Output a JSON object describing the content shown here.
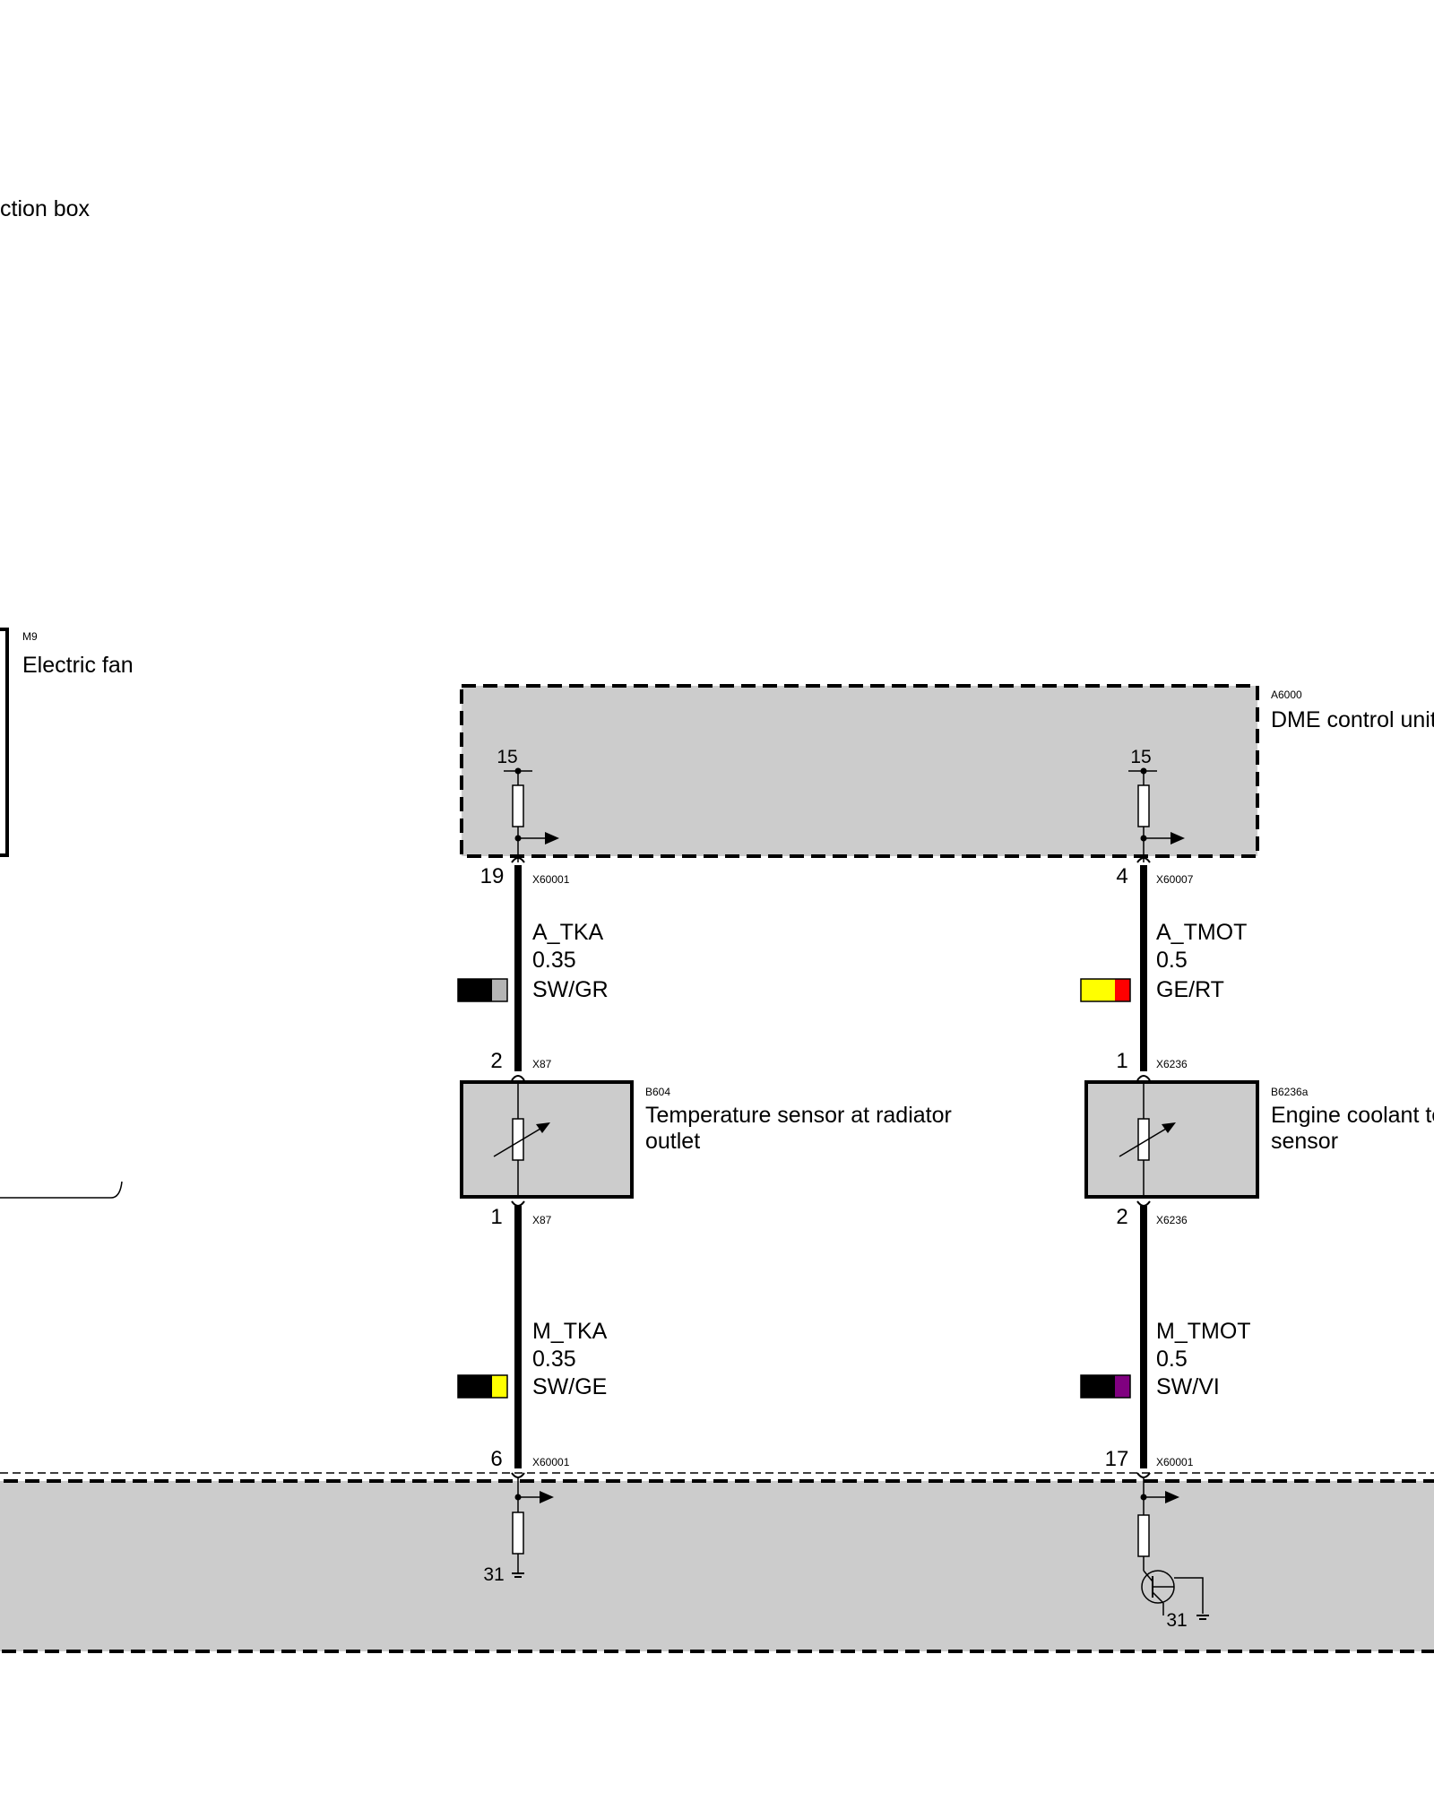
{
  "junction_box": {
    "label": "ction box"
  },
  "electric_fan": {
    "code": "M9",
    "name": "Electric fan"
  },
  "dme": {
    "code": "A6000",
    "name": "DME control unit",
    "terminal_left": "15",
    "terminal_right": "15"
  },
  "circuit_left": {
    "pin_top": "19",
    "connector_top": "X60001",
    "signal_top": "A_TKA",
    "gauge_top": "0.35",
    "colors_top": "SW/GR",
    "pin_sensor_top": "2",
    "connector_sensor_top": "X87",
    "sensor_code": "B604",
    "sensor_name_line1": "Temperature sensor at radiator",
    "sensor_name_line2": "outlet",
    "pin_sensor_bottom": "1",
    "connector_sensor_bottom": "X87",
    "signal_bottom": "M_TKA",
    "gauge_bottom": "0.35",
    "colors_bottom": "SW/GE",
    "pin_bottom": "6",
    "connector_bottom": "X60001",
    "ground_terminal": "31"
  },
  "circuit_right": {
    "pin_top": "4",
    "connector_top": "X60007",
    "signal_top": "A_TMOT",
    "gauge_top": "0.5",
    "colors_top": "GE/RT",
    "pin_sensor_top": "1",
    "connector_sensor_top": "X6236",
    "sensor_code": "B6236a",
    "sensor_name_line1": "Engine coolant te",
    "sensor_name_line2": "sensor",
    "pin_sensor_bottom": "2",
    "connector_sensor_bottom": "X6236",
    "signal_bottom": "M_TMOT",
    "gauge_bottom": "0.5",
    "colors_bottom": "SW/VI",
    "pin_bottom": "17",
    "connector_bottom": "X60001",
    "ground_terminal": "31"
  },
  "wire_colors": {
    "SW": "#000000",
    "GR": "#b4b4b4",
    "GE": "#ffff00",
    "RT": "#ff0000",
    "VI": "#800080"
  },
  "box_fill": "#cccccc"
}
